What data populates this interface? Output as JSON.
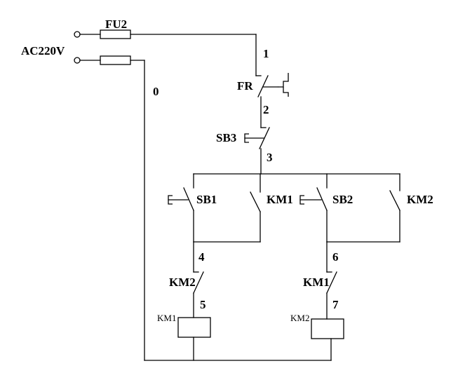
{
  "supply": {
    "voltage": "AC220V",
    "fuse": "FU2"
  },
  "overload": {
    "label": "FR"
  },
  "stop_button": {
    "label": "SB3"
  },
  "forward_start": {
    "label": "SB1"
  },
  "reverse_start": {
    "label": "SB2"
  },
  "forward_hold": {
    "label": "KM1"
  },
  "reverse_hold": {
    "label": "KM2"
  },
  "forward_interlock": {
    "label": "KM2"
  },
  "reverse_interlock": {
    "label": "KM1"
  },
  "forward_coil": {
    "label": "KM1"
  },
  "reverse_coil": {
    "label": "KM2"
  },
  "nodes": {
    "n0": "0",
    "n1": "1",
    "n2": "2",
    "n3": "3",
    "n4": "4",
    "n5": "5",
    "n6": "6",
    "n7": "7"
  }
}
